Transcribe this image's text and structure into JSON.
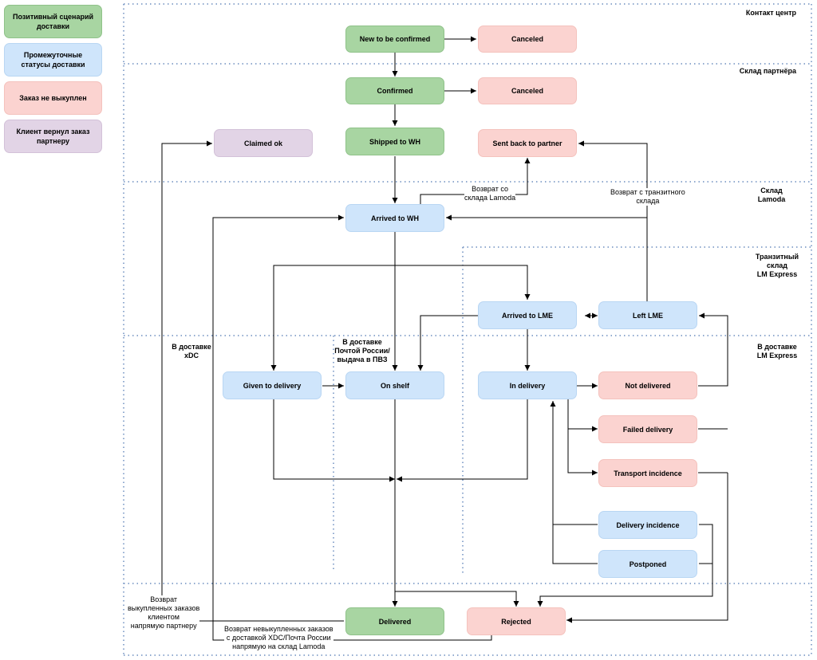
{
  "legend": {
    "positive": "Позитивный сценарий доставки",
    "intermediate": "Промежуточные статусы доставки",
    "not_bought": "Заказ не выкуплен",
    "returned": "Клиент вернул заказ партнеру"
  },
  "zones": {
    "contact_center": "Контакт центр",
    "partner_wh": "Склад партнёра",
    "lamoda_wh": "Склад\nLamoda",
    "transit_wh": "Транзитный\nсклад\nLM Express",
    "lme_delivery": "В доставке\nLM Express",
    "xdc_delivery": "В доставке\nxDC",
    "post_delivery": "В доставке\nПочтой России/\nвыдача в ПВЗ"
  },
  "nodes": {
    "new_to_be_confirmed": "New to be confirmed",
    "canceled_1": "Canceled",
    "confirmed": "Confirmed",
    "canceled_2": "Canceled",
    "shipped_to_wh": "Shipped to WH",
    "claimed_ok": "Claimed ok",
    "sent_back_to_partner": "Sent back to partner",
    "arrived_to_wh": "Arrived to WH",
    "arrived_to_lme": "Arrived to LME",
    "left_lme": "Left LME",
    "given_to_delivery": "Given to delivery",
    "on_shelf": "On shelf",
    "in_delivery": "In delivery",
    "not_delivered": "Not delivered",
    "failed_delivery": "Failed delivery",
    "transport_incidence": "Transport incidence",
    "delivery_incidence": "Delivery incidence",
    "postponed": "Postponed",
    "delivered": "Delivered",
    "rejected": "Rejected"
  },
  "edge_labels": {
    "return_from_lamoda": "Возврат со\nсклада Lamoda",
    "return_from_transit": "Возврат с транзитного\nсклада",
    "return_bought": "Возврат\nвыкупленных заказов\nклиентом\nнапрямую партнеру",
    "return_not_bought": "Возврат невыкупленных заказов\nс доставкой XDC/Почта России\nнапрямую на склад Lamoda"
  },
  "colors": {
    "positive": "#a8d5a2",
    "intermediate": "#cfe5fb",
    "not_bought": "#fbd3d0",
    "returned": "#e2d4e6",
    "zone_line": "#6c8ebf"
  }
}
